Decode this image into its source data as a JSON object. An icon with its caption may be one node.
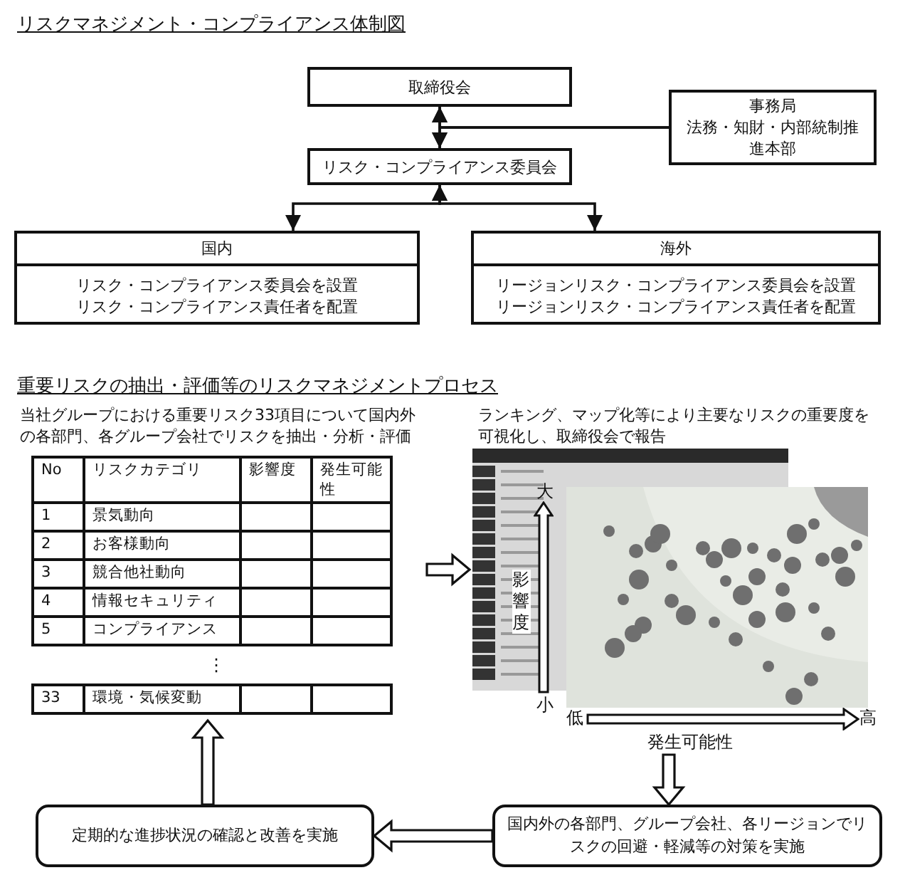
{
  "diagram": {
    "title": "リスクマネジメント・コンプライアンス体制図",
    "nodes": [
      {
        "text": [
          "取締役会"
        ]
      },
      {
        "text": [
          "リスク・コンプライアンス委員会"
        ]
      },
      {
        "text": [
          "事務局",
          "法務・知財・内部統制推進本部"
        ]
      },
      {
        "text": [
          "国内",
          "リスク・コンプライアンス委員会を設置",
          "リスク・コンプライアンス責任者を配置"
        ]
      },
      {
        "text": [
          "海外",
          "リージョンリスク・コンプライアンス委員会を設置",
          "リージョンリスク・コンプライアンス責任者を配置"
        ]
      },
      {
        "text": [
          "当社グループにおける重要リスク33項目について国内外の各部門、各グループ会社でリスクを抽出・分析・評価"
        ]
      },
      {
        "text": [
          "ランキング、マップ化等により主要なリスクの重要度を可視化し、取締役会で報告"
        ]
      },
      {
        "text": [
          "国内外の各部門、グループ会社、各リージョンでリスクの回避・軽減等の対策を実施"
        ]
      },
      {
        "text": [
          "定期的な進捗状況の確認と改善を実施"
        ]
      }
    ],
    "edges": [
      {
        "from": 0,
        "to": 1,
        "arrow": "both"
      },
      {
        "from": 2,
        "to": 0,
        "arrow": "to"
      },
      {
        "from": 2,
        "to": 1,
        "arrow": "to"
      },
      {
        "from": 1,
        "to": 3,
        "arrow": "both"
      },
      {
        "from": 1,
        "to": 4,
        "arrow": "both"
      },
      {
        "from": 5,
        "to": 6,
        "arrow": "to"
      },
      {
        "from": 6,
        "to": 7,
        "arrow": "to"
      },
      {
        "from": 7,
        "to": 8,
        "arrow": "to"
      },
      {
        "from": 8,
        "to": 5,
        "arrow": "to"
      }
    ],
    "labels": [
      "重要リスクの抽出・評価等のリスクマネジメントプロセス",
      "No",
      "リスクカテゴリ",
      "影響度",
      "発生可能性",
      "1",
      "景気動向",
      "2",
      "お客様動向",
      "3",
      "競合他社動向",
      "4",
      "情報セキュリティ",
      "5",
      "コンプライアンス",
      "⋮",
      "33",
      "環境・気候変動",
      "大",
      "影響度",
      "小",
      "低",
      "高",
      "発生可能性"
    ]
  }
}
